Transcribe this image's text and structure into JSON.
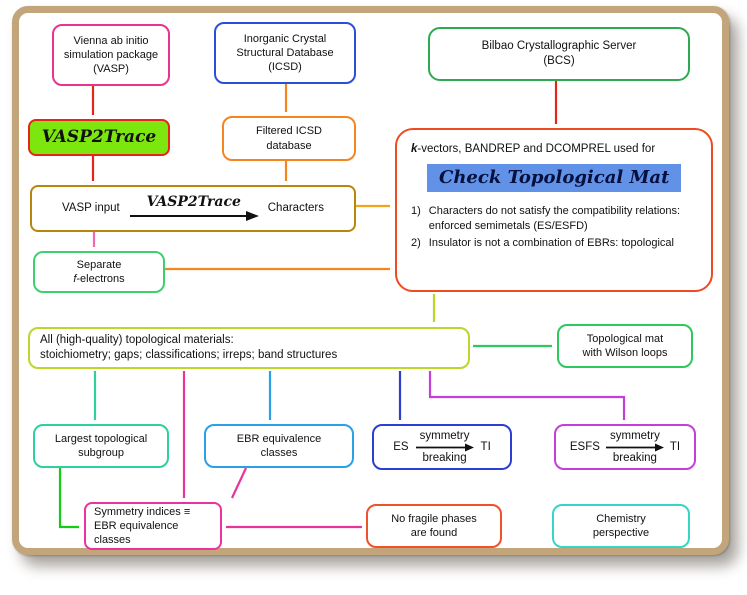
{
  "nodes": {
    "vasp": {
      "lines": [
        "Vienna ab initio",
        "simulation package",
        "(VASP)"
      ]
    },
    "icsd": {
      "lines": [
        "Inorganic Crystal",
        "Structural Database",
        "(ICSD)"
      ]
    },
    "bcs": {
      "lines": [
        "Bilbao Crystallographic Server",
        "(BCS)"
      ]
    },
    "vasp2trace": {
      "label": "VASP2Trace"
    },
    "filtered_icsd": {
      "lines": [
        "Filtered ICSD",
        "database"
      ]
    },
    "vasp_input": {
      "left": "VASP input",
      "arrow_label": "VASP2Trace",
      "right": "Characters"
    },
    "check": {
      "intro_k": "k",
      "intro_rest": "-vectors, BANDREP and DCOMPREL used for",
      "title": "Check Topological Mat",
      "items": [
        {
          "num": "1)",
          "text": "Characters do not satisfy the compatibility relations: enforced semimetals (ES/ESFD)"
        },
        {
          "num": "2)",
          "text": "Insulator is not a combination of EBRs: topological"
        }
      ]
    },
    "separate_f": {
      "line1": "Separate",
      "f": "f",
      "rest": "-electrons"
    },
    "all_materials": {
      "lines": [
        "All (high-quality) topological materials:",
        "stoichiometry; gaps; classifications; irreps; band structures"
      ]
    },
    "wilson": {
      "lines": [
        "Topological mat",
        "with Wilson loops"
      ]
    },
    "largest_subgroup": {
      "lines": [
        "Largest topological",
        "subgroup"
      ]
    },
    "ebr_classes": {
      "lines": [
        "EBR equivalence",
        "classes"
      ]
    },
    "es_ti": {
      "left": "ES",
      "top": "symmetry",
      "bottom": "breaking",
      "right": "TI"
    },
    "esfs_ti": {
      "left": "ESFS",
      "top": "symmetry",
      "bottom": "breaking",
      "right": "TI"
    },
    "symmetry_indices": {
      "lines": [
        "Symmetry indices ≡",
        "EBR equivalence",
        "classes"
      ]
    },
    "no_fragile": {
      "lines": [
        "No fragile phases",
        "are found"
      ]
    },
    "chemistry": {
      "lines": [
        "Chemistry",
        "perspective"
      ]
    }
  },
  "colors": {
    "vasp_border": "#e8348e",
    "icsd_border": "#2b50d8",
    "bcs_border": "#2daa4f",
    "vasp2trace_fill": "#7de60f",
    "vasp2trace_border": "#e82418",
    "filtered_border": "#f5861f",
    "vasp_input_border": "#b8860b",
    "check_border": "#f04a22",
    "check_title_highlight": "#6292e8",
    "separate_border": "#3ecf6e",
    "all_border": "#bcd62a",
    "wilson_border": "#2dc85e",
    "largest_border": "#2fd0a0",
    "ebr_border": "#29a0e8",
    "es_border": "#2b3fd0",
    "esfs_border": "#c43fd9",
    "symmetry_border": "#e8349c",
    "no_fragile_border": "#f0502a",
    "chemistry_border": "#35d6c8",
    "frame": "#c3a57b"
  }
}
